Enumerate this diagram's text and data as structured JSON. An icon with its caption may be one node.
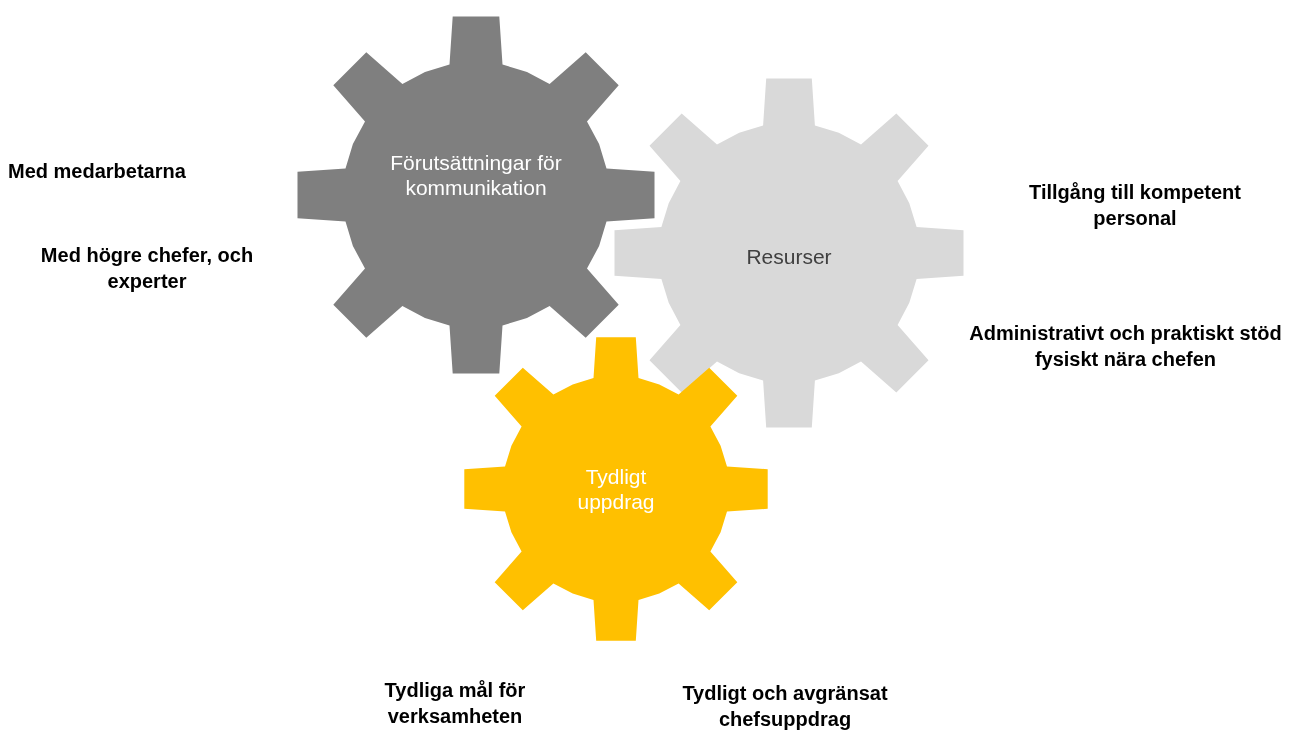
{
  "diagram": {
    "nodes": [
      {
        "text": [
          "Förutsättningar för kommunikation"
        ]
      },
      {
        "text": [
          "Resurser"
        ]
      },
      {
        "text": [
          "Tydligt uppdrag"
        ]
      }
    ],
    "labels": [
      "Med medarbetarna",
      "Med högre chefer, och experter",
      "Tillgång till kompetent personal",
      "Administrativt och praktiskt stöd fysiskt nära chefen",
      "Tydliga mål för verksamheten",
      "Tydligt och avgränsat chefsuppdrag"
    ]
  }
}
